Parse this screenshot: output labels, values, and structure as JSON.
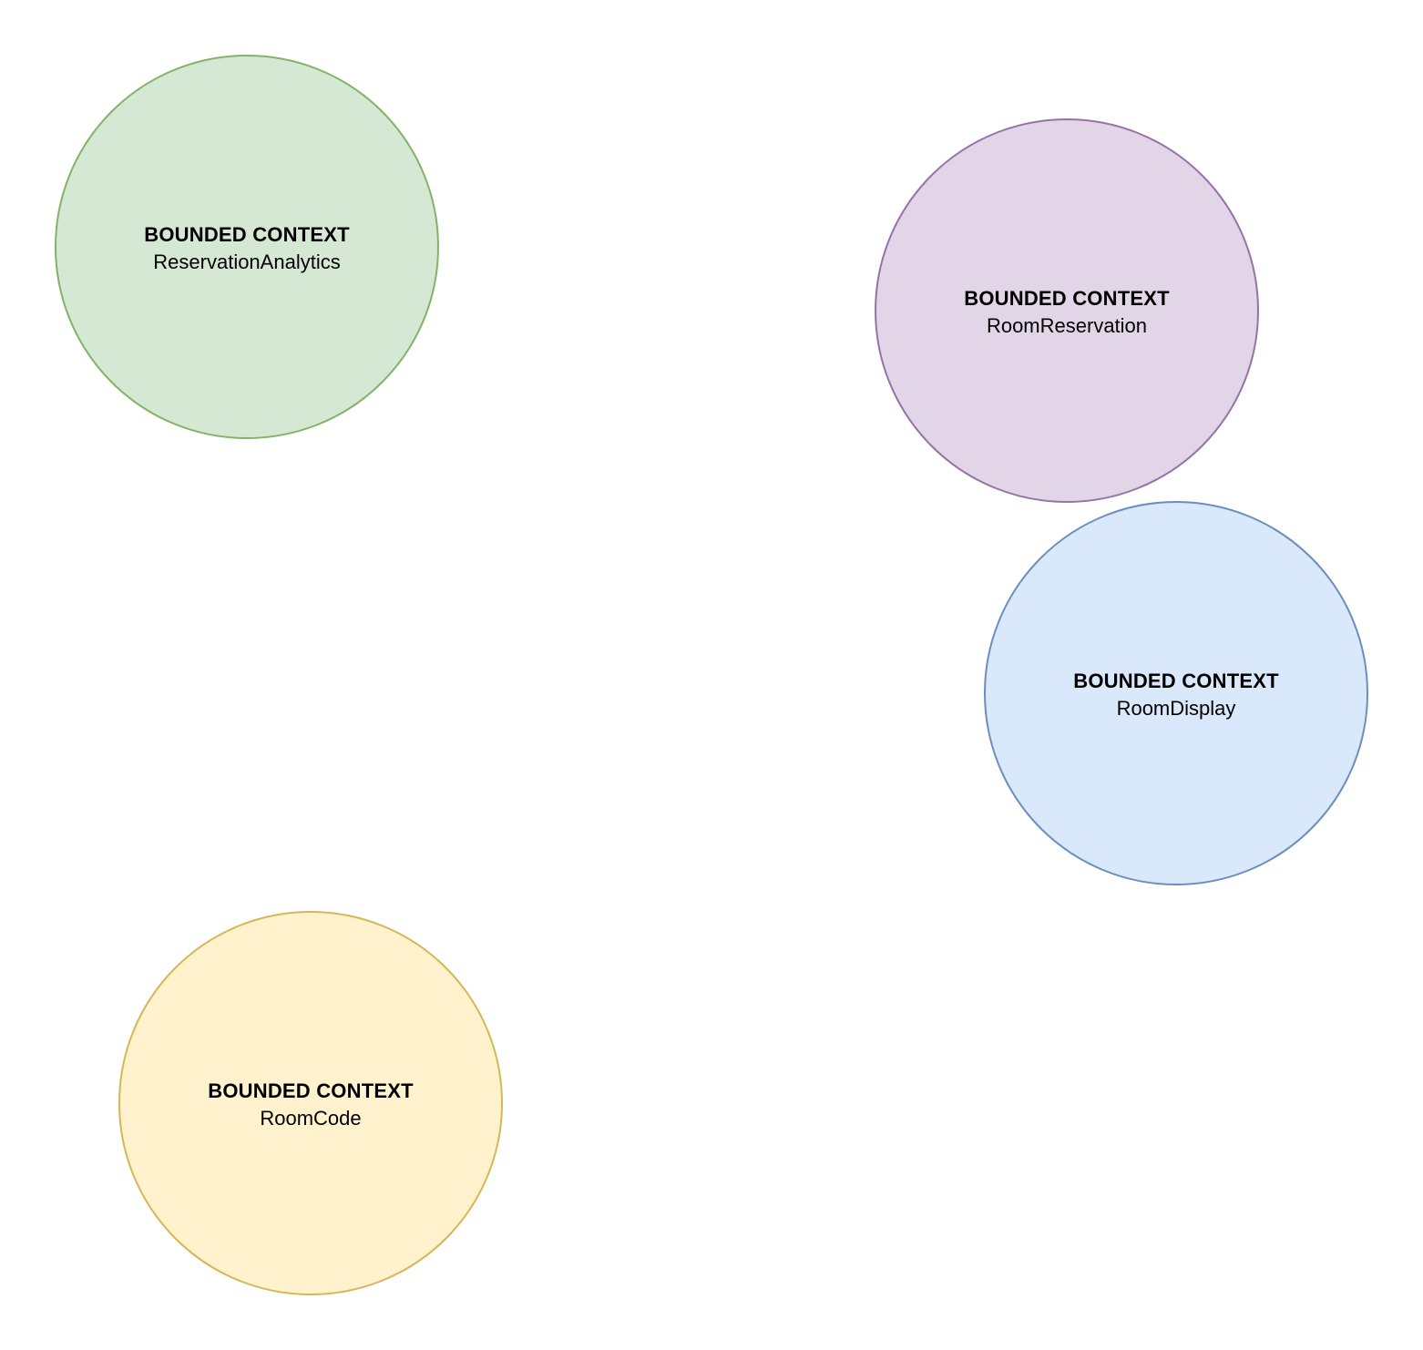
{
  "contexts": [
    {
      "kind": "BOUNDED CONTEXT",
      "name": "ReservationAnalytics",
      "fill": "#d5e8d4",
      "stroke": "#82b366"
    },
    {
      "kind": "BOUNDED CONTEXT",
      "name": "RoomReservation",
      "fill": "#e1d5e7",
      "stroke": "#9673a6"
    },
    {
      "kind": "BOUNDED CONTEXT",
      "name": "RoomDisplay",
      "fill": "#dae8fc",
      "stroke": "#6c8ebf"
    },
    {
      "kind": "BOUNDED CONTEXT",
      "name": "RoomCode",
      "fill": "#fff2cc",
      "stroke": "#d6b656"
    }
  ]
}
